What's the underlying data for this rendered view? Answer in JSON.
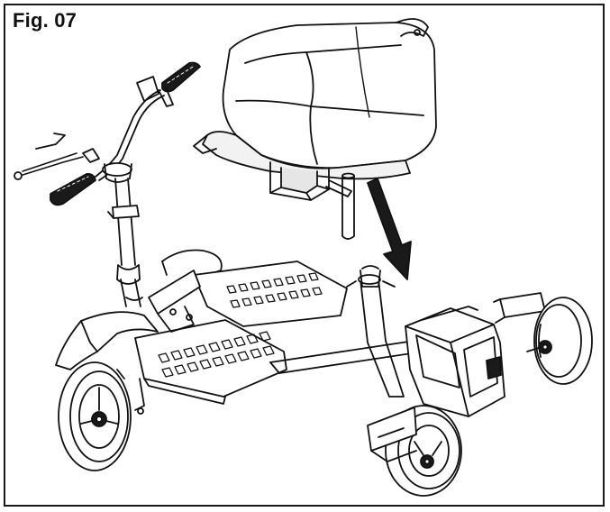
{
  "figure": {
    "label": "Fig. 07"
  },
  "colors": {
    "ink": "#111111",
    "background": "#ffffff",
    "fill_light": "#f2f2f2",
    "fill_dark": "#1a1a1a"
  },
  "icons": [
    "scooter-drawing",
    "seat-drawing",
    "down-arrow-icon"
  ]
}
